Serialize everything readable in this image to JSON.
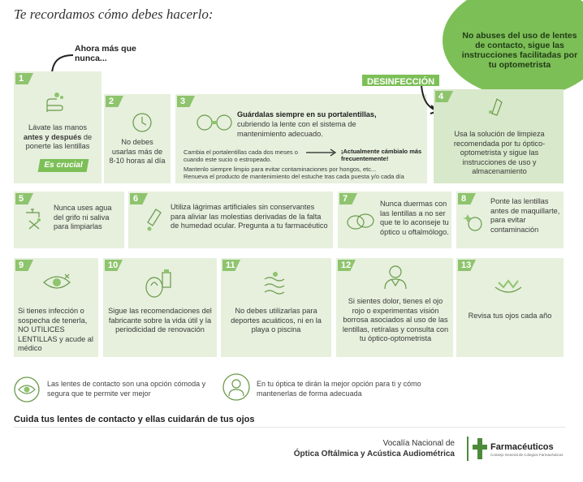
{
  "title": "Te recordamos cómo debes hacerlo:",
  "circle_text": "No abuses del uso de lentes de contacto, sigue las instrucciones facilitadas por tu optometrista",
  "ahora": "Ahora más que nunca...",
  "desinfeccion": "DESINFECCIÓN",
  "es_crucial": "Es crucial",
  "cards": {
    "c1": {
      "num": "1",
      "text_a": "Lávate las manos ",
      "text_b": "antes y después",
      "text_c": " de ponerte las lentillas"
    },
    "c2": {
      "num": "2",
      "text": "No debes usarlas más de 8-10 horas al día"
    },
    "c3": {
      "num": "3",
      "title": "Guárdalas siempre en su portalentillas,",
      "title2": "cubriendo la lente con el sistema de mantenimiento adecuado.",
      "note1": "Cambia el portalentillas cada dos meses o cuando este sucio o estropeado.",
      "note1b": "¡Actualmente cámbialo más frecuentemente!",
      "note2": "Mantenlo siempre limpio para evitar contaminaciones por hongos, etc...",
      "note3": "Renueva el producto de mantenimiento del estuche tras cada puesta y/o cada día"
    },
    "c4": {
      "num": "4",
      "text": "Usa la solución de limpieza recomendada por tu óptico-optometrista y sigue las instrucciones de uso y almacenamiento"
    },
    "c5": {
      "num": "5",
      "text": "Nunca uses agua del grifo ni saliva para limpiarlas"
    },
    "c6": {
      "num": "6",
      "text": "Utiliza lágrimas artificiales sin conservantes para aliviar las molestias derivadas de la falta de humedad ocular. Pregunta a tu farmacéutico"
    },
    "c7": {
      "num": "7",
      "text": "Nunca duermas con las lentillas a no ser que te lo aconseje tu óptico u oftalmólogo."
    },
    "c8": {
      "num": "8",
      "text": "Ponte las lentillas antes de maquillarte, para evitar contaminación"
    },
    "c9": {
      "num": "9",
      "text": "Si tienes infección o sospecha de tenerla, NO UTILICES LENTILLAS y acude al médico"
    },
    "c10": {
      "num": "10",
      "text": "Sigue las recomendaciones del fabricante sobre la vida útil y la periodicidad de renovación"
    },
    "c11": {
      "num": "11",
      "text": "No debes utilizarlas para deportes acuáticos, ni en la playa o piscina"
    },
    "c12": {
      "num": "12",
      "text": "Si sientes dolor, tienes el ojo rojo o experimentas visión borrosa asociados al uso de las lentillas, retíralas y consulta con tu óptico-optometrista"
    },
    "c13": {
      "num": "13",
      "text": "Revisa tus ojos cada año"
    }
  },
  "footer": {
    "left": "Las lentes de contacto son una opción cómoda y segura que te permite ver mejor",
    "right": "En tu óptica te dirán la mejor opción para ti y cómo mantenerlas de forma adecuada",
    "cuida": "Cuida tus lentes de contacto y ellas cuidarán de tus ojos",
    "vocalia1": "Vocalía Nacional de",
    "vocalia2": "Óptica Oftálmica y Acústica Audiométrica",
    "logo": "Farmacéuticos",
    "logo_sub": "Consejo General de Colegios Farmacéuticos"
  }
}
